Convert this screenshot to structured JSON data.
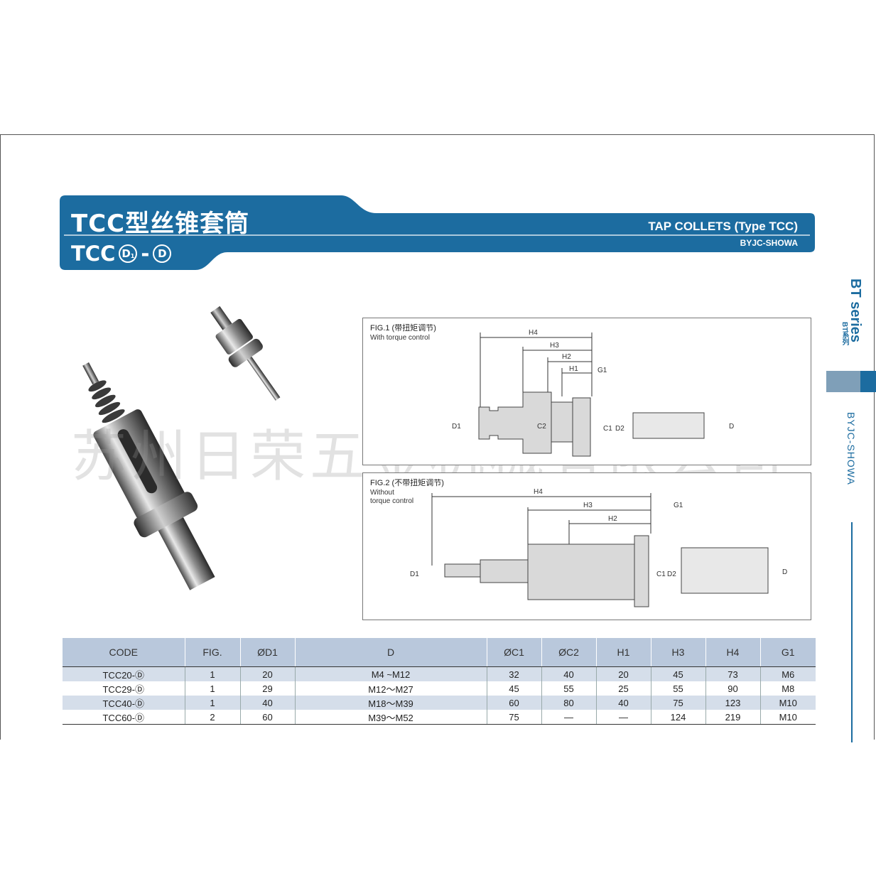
{
  "header": {
    "title_cn": "TCC型丝锥套筒",
    "code_prefix": "TCC",
    "code_d1": "D",
    "code_d1_sub": "1",
    "code_dash": "-",
    "code_d": "D",
    "title_en": "TAP COLLETS (Type TCC)",
    "brand": "BYJC-SHOWA"
  },
  "side": {
    "series": "BT series",
    "series_cn": "BT系列",
    "brand": "BYJC-SHOWA"
  },
  "watermark": "苏州日荣五金机械有限公司",
  "fig1": {
    "title": "FIG.1 (带扭矩调节)",
    "subtitle": "With torque control",
    "labels": {
      "h4": "H4",
      "h3": "H3",
      "h2": "H2",
      "h1": "H1",
      "g1": "G1",
      "d1": "D1",
      "c2": "C2",
      "c1": "C1",
      "d2": "D2",
      "d": "D"
    }
  },
  "fig2": {
    "title": "FIG.2 (不带扭矩调节)",
    "subtitle_line1": "Without",
    "subtitle_line2": "torque control",
    "labels": {
      "h4": "H4",
      "h3": "H3",
      "h2": "H2",
      "g1": "G1",
      "d1": "D1",
      "c1": "C1",
      "d2": "D2",
      "d": "D"
    }
  },
  "table": {
    "headers": [
      "CODE",
      "FIG.",
      "ØD1",
      "D",
      "ØC1",
      "ØC2",
      "H1",
      "H3",
      "H4",
      "G1"
    ],
    "rows": [
      [
        "TCC20-Ⓓ",
        "1",
        "20",
        "M4 ~M12",
        "32",
        "40",
        "20",
        "45",
        "73",
        "M6"
      ],
      [
        "TCC29-Ⓓ",
        "1",
        "29",
        "M12～M27",
        "45",
        "55",
        "25",
        "55",
        "90",
        "M8"
      ],
      [
        "TCC40-Ⓓ",
        "1",
        "40",
        "M18～M39",
        "60",
        "80",
        "40",
        "75",
        "123",
        "M10"
      ],
      [
        "TCC60-Ⓓ",
        "2",
        "60",
        "M39～M52",
        "75",
        "—",
        "—",
        "124",
        "219",
        "M10"
      ]
    ]
  },
  "colors": {
    "brand_blue": "#1c6ca0",
    "header_bg": "#b9c8dc",
    "row_shade": "#d5deea"
  }
}
